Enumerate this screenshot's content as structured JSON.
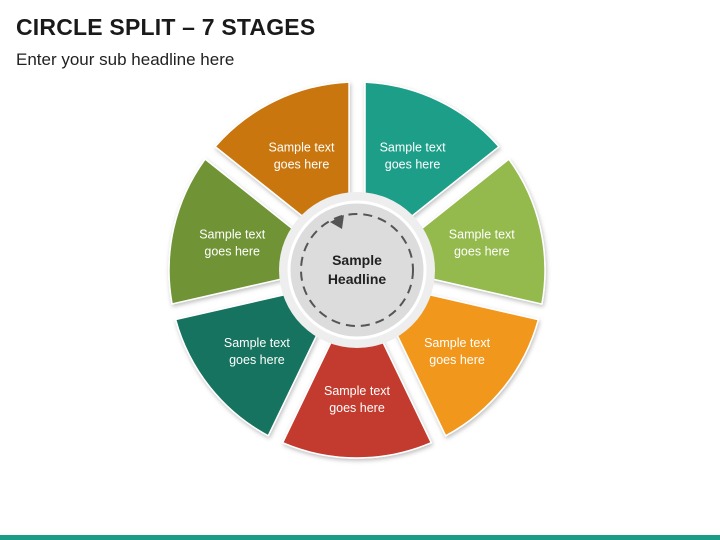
{
  "header": {
    "title": "CIRCLE SPLIT – 7 STAGES",
    "subtitle": "Enter your sub headline here"
  },
  "center": {
    "line1": "Sample",
    "line2": "Headline"
  },
  "segments": [
    {
      "id": "seg-1",
      "color": "#c8760e",
      "line1": "Sample text",
      "line2": "goes here"
    },
    {
      "id": "seg-2",
      "color": "#1f9e88",
      "line1": "Sample text",
      "line2": "goes here"
    },
    {
      "id": "seg-3",
      "color": "#94b94e",
      "line1": "Sample text",
      "line2": "goes here"
    },
    {
      "id": "seg-4",
      "color": "#f0971f",
      "line1": "Sample text",
      "line2": "goes here"
    },
    {
      "id": "seg-5",
      "color": "#c23a2e",
      "line1": "Sample text",
      "line2": "goes here"
    },
    {
      "id": "seg-6",
      "color": "#17735f",
      "line1": "Sample text",
      "line2": "goes here"
    },
    {
      "id": "seg-7",
      "color": "#6f9436",
      "line1": "Sample text",
      "line2": "goes here"
    }
  ],
  "colors": {
    "accent_bar": "#1a9c86",
    "center_fill": "#dcdcdc",
    "center_ring": "#e9e9e9"
  }
}
